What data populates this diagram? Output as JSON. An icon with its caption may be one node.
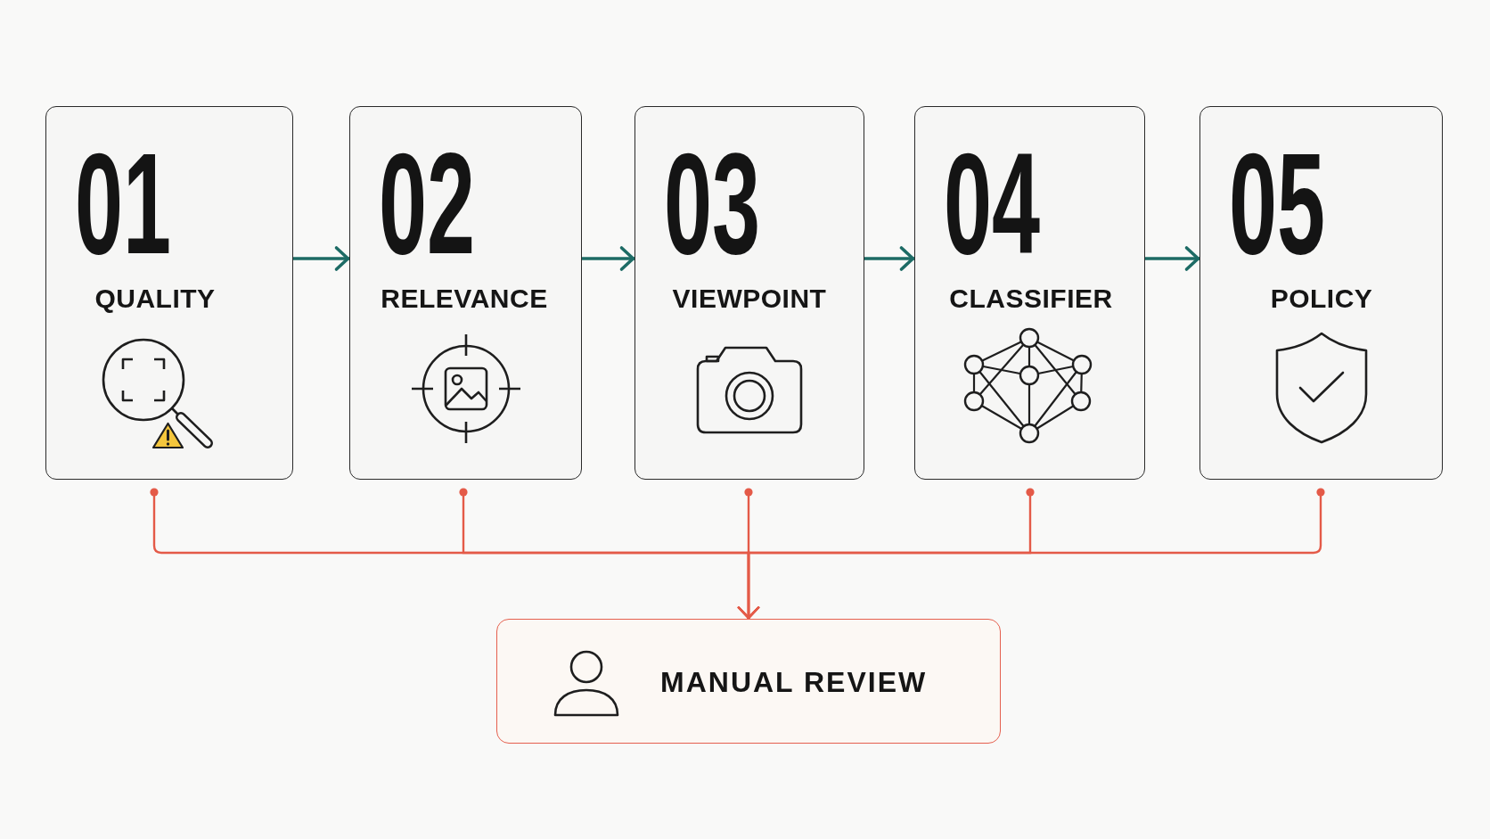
{
  "diagram": {
    "nodes": [
      {
        "text": [
          "01",
          "QUALITY"
        ]
      },
      {
        "text": [
          "02",
          "RELEVANCE"
        ]
      },
      {
        "text": [
          "03",
          "VIEWPOINT"
        ]
      },
      {
        "text": [
          "04",
          "CLASSIFIER"
        ]
      },
      {
        "text": [
          "05",
          "POLICY"
        ]
      },
      {
        "text": [
          "MANUAL REVIEW"
        ]
      }
    ],
    "edges": [
      {
        "from": 0,
        "to": 1,
        "arrow": "to",
        "color": "#1d6b65"
      },
      {
        "from": 1,
        "to": 2,
        "arrow": "to",
        "color": "#1d6b65"
      },
      {
        "from": 2,
        "to": 3,
        "arrow": "to",
        "color": "#1d6b65"
      },
      {
        "from": 3,
        "to": 4,
        "arrow": "to",
        "color": "#1d6b65"
      },
      {
        "from": 0,
        "to": 5,
        "arrow": "to"
      },
      {
        "from": 1,
        "to": 5,
        "arrow": "to"
      },
      {
        "from": 2,
        "to": 5,
        "arrow": "to"
      },
      {
        "from": 3,
        "to": 5,
        "arrow": "to"
      },
      {
        "from": 4,
        "to": 5,
        "arrow": "to"
      }
    ]
  }
}
